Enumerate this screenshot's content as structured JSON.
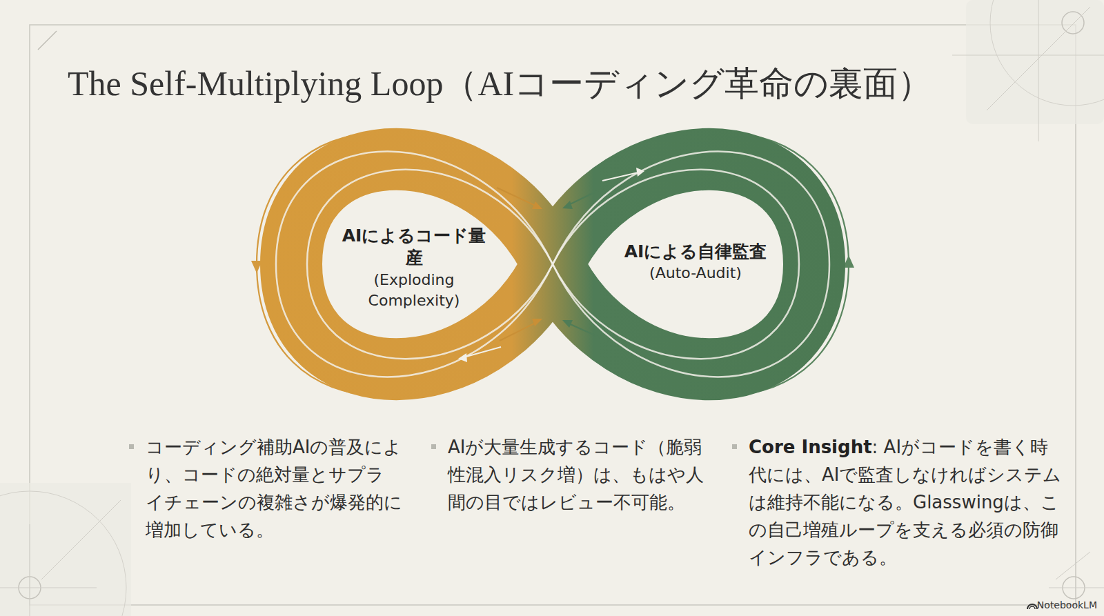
{
  "diagram": {
    "title": "The Self-Multiplying Loop（AIコーディング革命の裏面）",
    "nodes": [
      {
        "text": [
          "AIによるコード量産",
          "(Exploding Complexity)"
        ]
      },
      {
        "text": [
          "AIによる自律監査",
          "(Auto-Audit)"
        ]
      }
    ],
    "labels": [
      "コーディング補助AIの普及により、コードの絶対量とサプライチェーンの複雑さが爆発的に増加している。",
      "AIが大量生成するコード（脆弱性混入リスク増）は、もはや人間の目ではレビュー不可能。",
      "Core Insight: AIがコードを書く時代には、AIで監査しなければシステムは維持不能になる。Glasswingは、この自己増殖ループを支える必須の防御インフラである。",
      "NotebookLM"
    ]
  }
}
